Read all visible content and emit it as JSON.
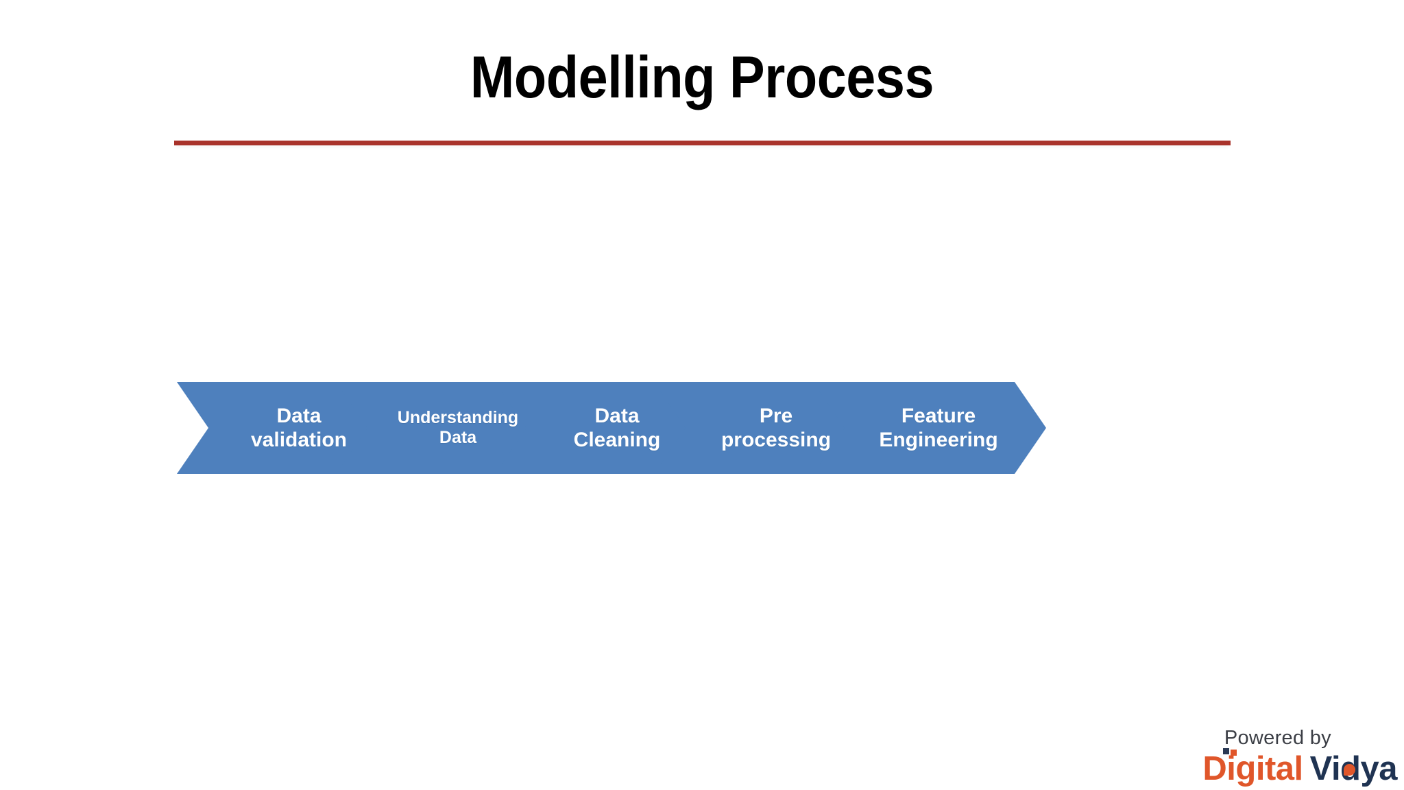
{
  "slide": {
    "title": "Modelling Process",
    "background_color": "#FFFFFF",
    "rule_color": "#A8322A"
  },
  "process_flow": {
    "accent_color": "#4E80BD",
    "label_color": "#FFFFFF",
    "steps": [
      {
        "label": "Data\nvalidation",
        "text_size": "large"
      },
      {
        "label": "Understanding\nData",
        "text_size": "small"
      },
      {
        "label": "Data\nCleaning",
        "text_size": "large"
      },
      {
        "label": "Pre\nprocessing",
        "text_size": "large"
      },
      {
        "label": "Feature\nEngineering",
        "text_size": "large"
      }
    ]
  },
  "brand": {
    "powered_by": "Powered by",
    "name_primary": "Digital",
    "name_secondary": "Vidya",
    "primary_color": "#E0562A",
    "secondary_color": "#1F3352",
    "powered_by_color": "#3B3E45"
  }
}
